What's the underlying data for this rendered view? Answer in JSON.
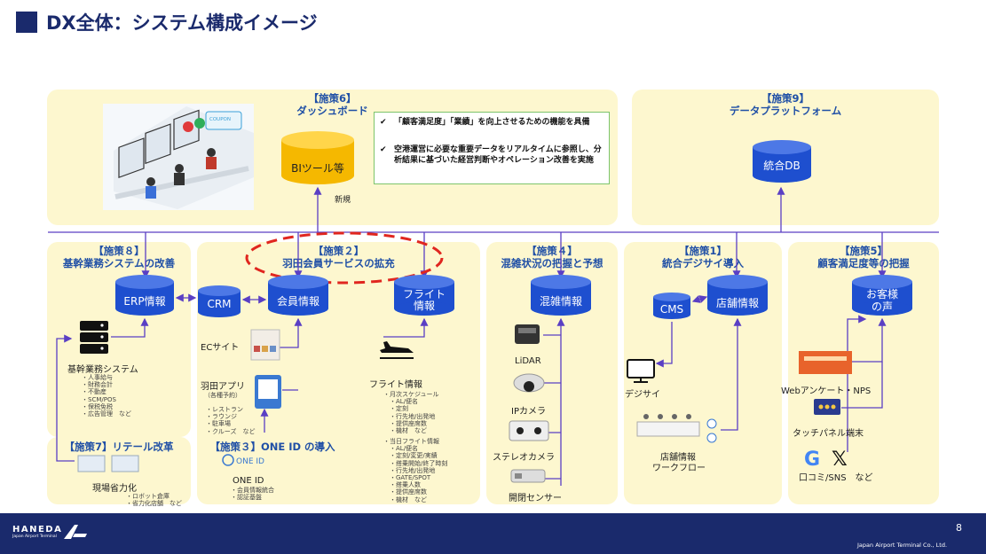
{
  "title": "DX全体：システム構成イメージ",
  "panels": {
    "p6": {
      "num": "【施策6】",
      "name": "ダッシュボード"
    },
    "p9": {
      "num": "【施策9】",
      "name": "データプラットフォーム"
    },
    "p8": {
      "num": "【施策８】",
      "name": "基幹業務システムの改善"
    },
    "p2": {
      "num": "【施策２】",
      "name": "羽田会員サービスの拡充"
    },
    "p4": {
      "num": "【施策４】",
      "name": "混雑状況の把握と予想"
    },
    "p1": {
      "num": "【施策1】",
      "name": "統合デジサイ導入"
    },
    "p5": {
      "num": "【施策5】",
      "name": "顧客満足度等の把握"
    },
    "p7": {
      "label": "【施策7】リテール改革"
    },
    "p3": {
      "label": "【施策３】ONE ID の導入"
    }
  },
  "checks": [
    "「顧客満足度」「業績」を向上させるための機能を具備",
    "空港運営に必要な重要データをリアルタイムに参照し、分析結果に基づいた経営判断やオペレーション改善を実施"
  ],
  "databases": {
    "bi": "BIツール等",
    "tougou": "統合DB",
    "erp": "ERP情報",
    "crm": "CRM",
    "member": "会員情報",
    "flight": "フライト\n情報",
    "konzatsu": "混雑情報",
    "cms": "CMS",
    "tenpo": "店舗情報",
    "voice": "お客様\nの声"
  },
  "labels": {
    "coupon": "COUPON",
    "new": "新規",
    "kikan": "基幹業務システム",
    "kikan_list": "・人事給与\n・財務会計\n・不動産\n・SCM/POS\n・保税免税\n・広告管理　など",
    "ec": "ECサイト",
    "app": "羽田アプリ",
    "app_sub": "（各種予約）",
    "app_list": "・レストラン\n・ラウンジ\n・駐車場\n・クルーズ　など",
    "flight_info": "フライト情報",
    "flight_list1": "・月次スケジュール\n　・AL/便名\n　・定刻\n　・行先地/出発地\n　・提供座席数\n　・機材　など",
    "flight_list2": "・当日フライト情報\n　・AL/便名\n　・定刻/変更/実績\n　・搭乗開始/終了時刻\n　・行先地/出発地\n　・GATE/SPOT\n　・搭乗人数\n　・提供座席数\n　・機材　など",
    "lidar": "LiDAR",
    "ipcam": "IPカメラ",
    "stereo": "ステレオカメラ",
    "sensor": "開閉センサー",
    "digisai": "デジサイ",
    "tenpo_wf1": "店舗情報",
    "tenpo_wf2": "ワークフロー",
    "web": "Webアンケート・NPS",
    "touch": "タッチパネル端末",
    "sns": "口コミ/SNS　など",
    "genba": "現場省力化",
    "genba_list": "・ロボット倉庫\n・省力化店舗　など",
    "oneid_logo": "ONE ID",
    "oneid": "ONE ID",
    "oneid_list": "・会員情報統合\n・認証基盤"
  },
  "footer": {
    "logo": "HANEDA",
    "logo_sub": "Japan Airport Terminal",
    "page": "8",
    "company": "Japan Airport Terminal Co., Ltd."
  },
  "colors": {
    "navy": "#1a2a6c",
    "cylinder": "#1e4fcf",
    "bi": "#f5b800",
    "arrow": "#5a3fc4",
    "panel": "#fdf7cf",
    "red_dash": "#e0261f"
  }
}
